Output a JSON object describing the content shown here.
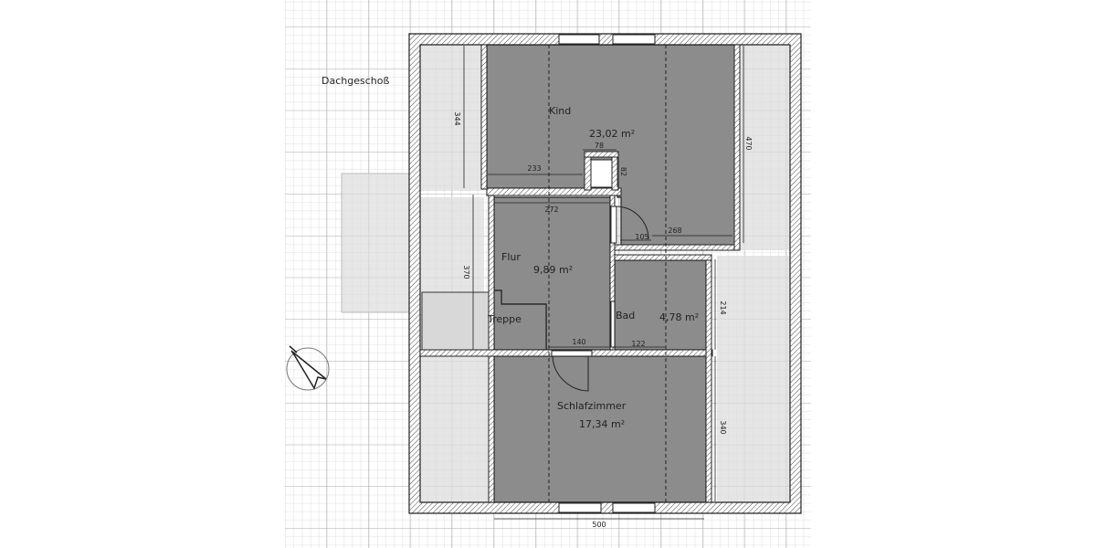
{
  "floor_title": "Dachgeschoß",
  "rooms": [
    {
      "name": "Kind",
      "area": "23,02 m²"
    },
    {
      "name": "Flur",
      "area": "9,89 m²"
    },
    {
      "name": "Treppe"
    },
    {
      "name": "Bad",
      "area": "4,78 m²"
    },
    {
      "name": "Schlafzimmer",
      "area": "17,34 m²"
    }
  ],
  "dimensions": {
    "kind_left_height": "344",
    "kind_right_height": "470",
    "kind_bottom_left": "233",
    "chimney_width": "78",
    "chimney_depth": "82",
    "flur_width": "272",
    "door_width": "105",
    "kind_bottom_right": "268",
    "flur_height": "370",
    "bad_height": "214",
    "flur_bottom": "140",
    "bad_bottom": "122",
    "schlafzimmer_height": "340",
    "building_width": "500"
  },
  "compass": {
    "icon": "north-arrow-compass-icon"
  },
  "colors": {
    "room_fill": "#8c8c8c",
    "roof_slope_fill": "#dcdcdc",
    "wall": "#333333",
    "grid": "#c8c8c8"
  }
}
